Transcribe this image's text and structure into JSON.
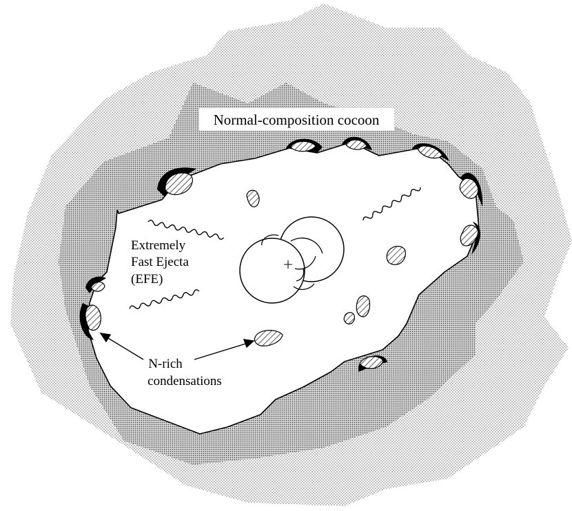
{
  "labels": {
    "cocoon": "Normal-composition cocoon",
    "efe_line1": "Extremely",
    "efe_line2": "Fast Ejecta",
    "efe_line3": "(EFE)",
    "nrich_line1": "N-rich",
    "nrich_line2": "condensations"
  },
  "colors": {
    "outer_dots": "#666666",
    "inner_dots": "#444444",
    "cavity": "#ffffff",
    "rim": "#000000"
  }
}
